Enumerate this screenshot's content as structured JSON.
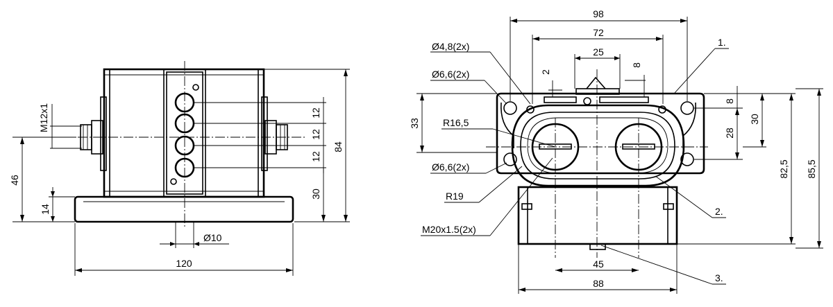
{
  "left_view": {
    "thread_label": "M12x1",
    "dim_46": "46",
    "dim_14": "14",
    "dim_12a": "12",
    "dim_12b": "12",
    "dim_12c": "12",
    "dim_30": "30",
    "dim_84": "84",
    "dim_phi10": "Ø10",
    "dim_120": "120"
  },
  "right_view": {
    "dim_98": "98",
    "dim_72": "72",
    "dim_25": "25",
    "dim_2": "2",
    "dim_8_top": "8",
    "dim_8_right": "8",
    "dim_33": "33",
    "dim_28": "28",
    "dim_30": "30",
    "dim_82_5": "82,5",
    "dim_85_5": "85,5",
    "dim_45": "45",
    "dim_88": "88",
    "label_phi48": "Ø4,8(2x)",
    "label_phi66_top": "Ø6,6(2x)",
    "label_r165": "R16,5",
    "label_phi66_bottom": "Ø6,6(2x)",
    "label_r19": "R19",
    "label_m20": "M20x1.5(2x)",
    "callout_1": "1.",
    "callout_2": "2.",
    "callout_3": "3."
  }
}
